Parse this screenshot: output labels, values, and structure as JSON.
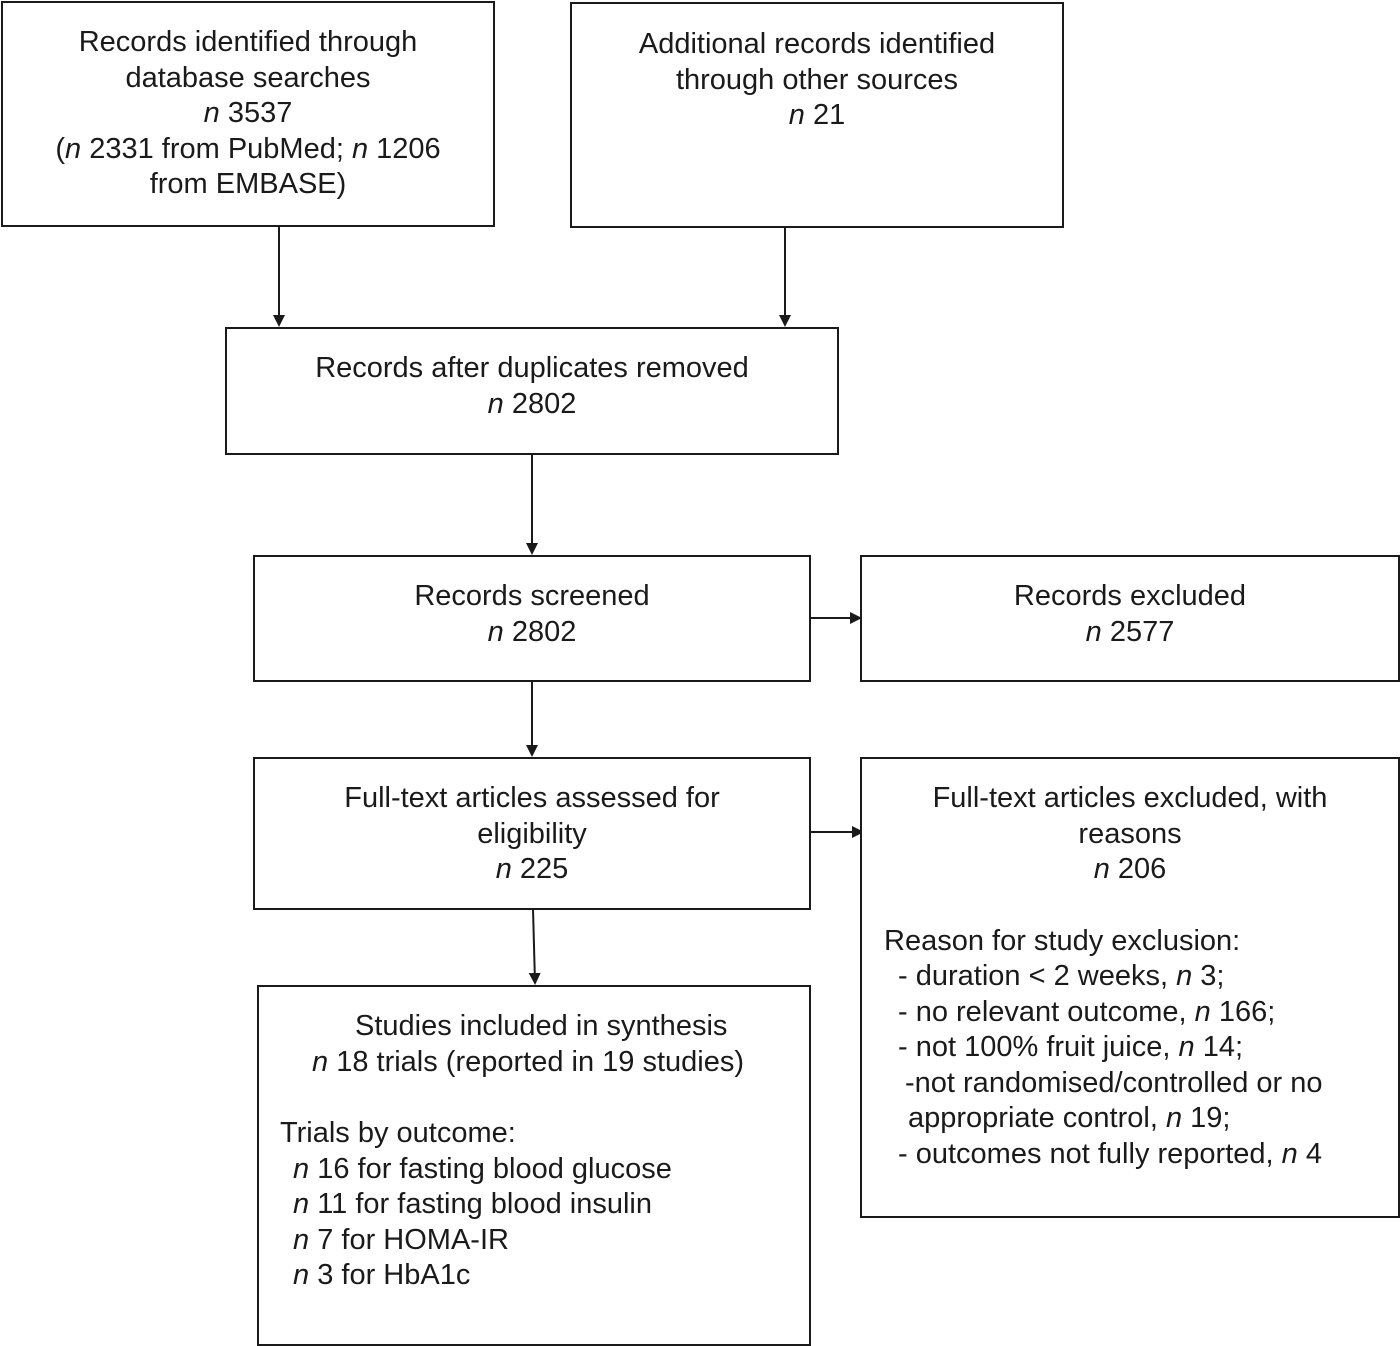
{
  "boxes": {
    "db_search": {
      "line1": "Records identified through",
      "line2": "database searches",
      "count": "3537",
      "line4a": "(",
      "count_pubmed": "2331 from PubMed;",
      "count_embase": "1206",
      "line5": "from EMBASE)"
    },
    "other_sources": {
      "line1": "Additional records identified",
      "line2": "through other sources",
      "count": "21"
    },
    "duplicates_removed": {
      "line1": "Records after duplicates removed",
      "count": "2802"
    },
    "screened": {
      "line1": "Records screened",
      "count": "2802"
    },
    "excluded": {
      "line1": "Records excluded",
      "count": "2577"
    },
    "fulltext_assessed": {
      "line1": "Full-text articles assessed for",
      "line2": "eligibility",
      "count": "225"
    },
    "fulltext_excluded": {
      "line1": "Full-text articles excluded, with",
      "line2": "reasons",
      "count": "206",
      "reasons_title": "Reason for study exclusion:",
      "r1_text": "- duration < 2 weeks,",
      "r1_count": "3;",
      "r2_text": "- no relevant outcome,",
      "r2_count": "166;",
      "r3_text": "- not 100% fruit juice,",
      "r3_count": "14;",
      "r4_text1": "-not randomised/controlled or no",
      "r4_text2": "appropriate control,",
      "r4_count": "19;",
      "r5_text": "- outcomes not fully reported,",
      "r5_count": "4"
    },
    "included": {
      "line1": "Studies included in synthesis",
      "count_line": "18 trials (reported in 19 studies)",
      "outcome_title": "Trials by outcome:",
      "o1": "16 for fasting blood glucose",
      "o2": "11 for fasting blood insulin",
      "o3": "7 for HOMA-IR",
      "o4": "3 for HbA1c"
    }
  },
  "n_symbol": "n"
}
